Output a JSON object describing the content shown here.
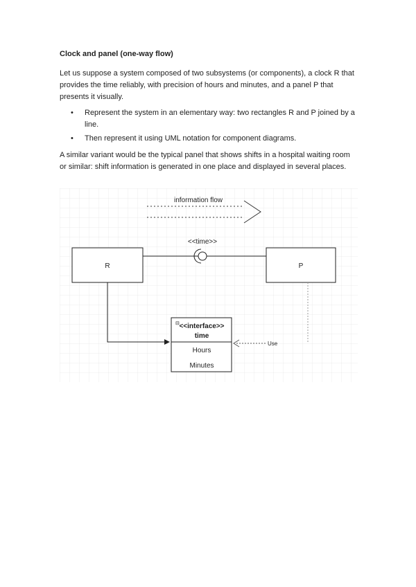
{
  "heading": "Clock and panel (one-way flow)",
  "paragraph1": "Let us suppose a system composed of two subsystems (or components), a clock R that provides the time reliably, with precision of hours and minutes, and a panel P that presents it visually.",
  "bullets": [
    "Represent the system in an elementary way: two rectangles R and P joined by a line.",
    "Then represent it using UML notation for component diagrams."
  ],
  "bullet_glyph": "•",
  "paragraph2": "A similar variant would be the typical panel that shows shifts in a hospital waiting room or similar: shift information is generated in one place and displayed in several places.",
  "diagram": {
    "flow_label": "information flow",
    "interface_stereotype": "<<time>>",
    "component_r": "R",
    "component_p": "P",
    "interface_box": {
      "title_stereotype": "<<interface>>",
      "title_name": "time",
      "attributes": [
        "Hours",
        "Minutes"
      ]
    },
    "use_label": "Use",
    "collapse_glyph": "⊟"
  }
}
